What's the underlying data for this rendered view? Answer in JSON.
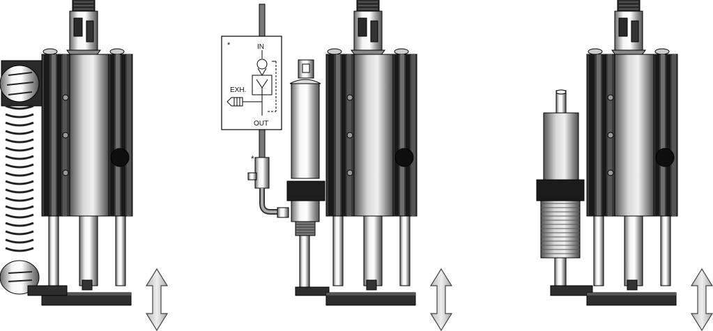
{
  "schematic": {
    "marker": "*",
    "in_label": "IN",
    "exhaust_label": "EXH.",
    "out_label": "OUT"
  },
  "fitting_marker": "*",
  "colors": {
    "body_dark": "#3a3a3a",
    "body_mid": "#8a8a8a",
    "metal_light": "#e6e6e6",
    "arrow_fill": "#d2d2d2"
  },
  "icons": {
    "stroke_arrow": "double-arrow-vertical",
    "cylinder": "pneumatic-cylinder",
    "spring": "return-spring",
    "damper": "shock-absorber"
  }
}
